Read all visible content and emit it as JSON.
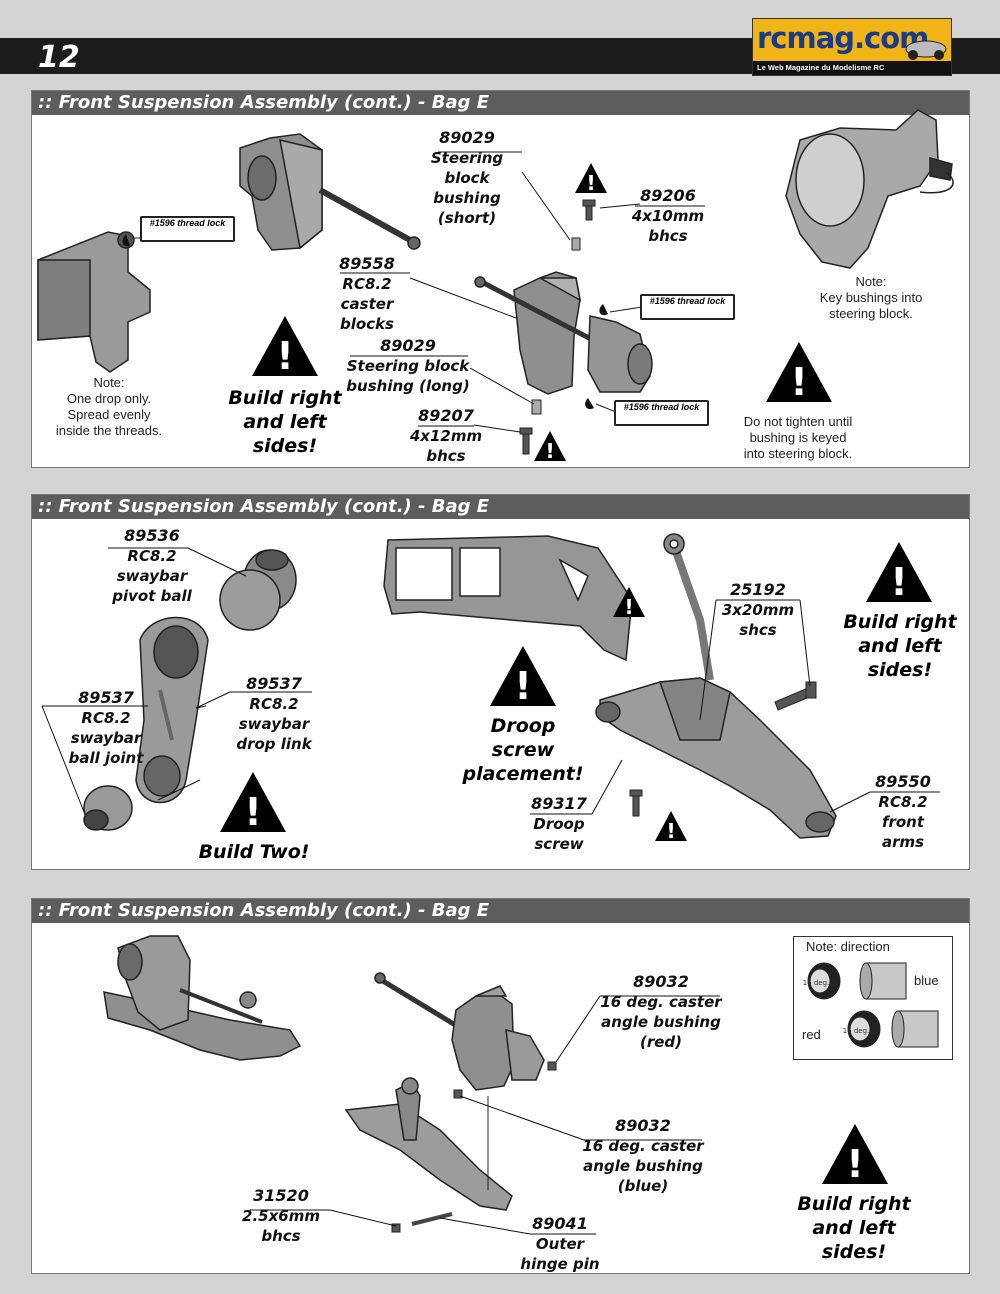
{
  "page": {
    "number": "12"
  },
  "logo": {
    "text": "rcmag.com",
    "tagline": "Le Web Magazine du Modelisme RC"
  },
  "sections": [
    {
      "title": ":: Front Suspension Assembly (cont.) - Bag E"
    },
    {
      "title": ":: Front Suspension Assembly (cont.) - Bag E"
    },
    {
      "title": ":: Front Suspension Assembly (cont.) - Bag E"
    }
  ],
  "s1": {
    "tube1": "#1596 thread lock",
    "tube2": "#1596 thread lock",
    "tube3": "#1596 thread lock",
    "note_left": [
      "Note:",
      "One drop only.",
      "Spread evenly",
      "inside the threads."
    ],
    "build": [
      "Build right",
      "and left",
      "sides!"
    ],
    "part_89029a": {
      "num": "89029",
      "lines": [
        "Steering",
        "block",
        "bushing",
        "(short)"
      ]
    },
    "part_89206": {
      "num": "89206",
      "lines": [
        "4x10mm",
        "bhcs"
      ]
    },
    "part_89558": {
      "num": "89558",
      "lines": [
        "RC8.2",
        "caster",
        "blocks"
      ]
    },
    "part_89029b": {
      "num": "89029",
      "lines": [
        "Steering block",
        "bushing (long)"
      ]
    },
    "part_89207": {
      "num": "89207",
      "lines": [
        "4x12mm",
        "bhcs"
      ]
    },
    "note_key": [
      "Note:",
      "Key bushings into",
      "steering block."
    ],
    "note_tight": [
      "Do not tighten until",
      "bushing is keyed",
      "into steering block."
    ]
  },
  "s2": {
    "part_89536": {
      "num": "89536",
      "lines": [
        "RC8.2",
        "swaybar",
        "pivot ball"
      ]
    },
    "part_89537a": {
      "num": "89537",
      "lines": [
        "RC8.2",
        "swaybar",
        "ball joint"
      ]
    },
    "part_89537b": {
      "num": "89537",
      "lines": [
        "RC8.2",
        "swaybar",
        "drop link"
      ]
    },
    "build_two": "Build Two!",
    "droop": [
      "Droop",
      "screw",
      "placement!"
    ],
    "part_89317": {
      "num": "89317",
      "lines": [
        "Droop",
        "screw"
      ]
    },
    "part_25192": {
      "num": "25192",
      "lines": [
        "3x20mm",
        "shcs"
      ]
    },
    "build": [
      "Build right",
      "and left",
      "sides!"
    ],
    "part_89550": {
      "num": "89550",
      "lines": [
        "RC8.2",
        "front",
        "arms"
      ]
    }
  },
  "s3": {
    "part_89032a": {
      "num": "89032",
      "lines": [
        "16 deg. caster",
        "angle bushing",
        "(red)"
      ]
    },
    "part_89032b": {
      "num": "89032",
      "lines": [
        "16 deg. caster",
        "angle bushing",
        "(blue)"
      ]
    },
    "part_31520": {
      "num": "31520",
      "lines": [
        "2.5x6mm",
        "bhcs"
      ]
    },
    "part_89041": {
      "num": "89041",
      "lines": [
        "Outer",
        "hinge pin"
      ]
    },
    "direction": {
      "title": "Note: direction",
      "blue": "blue",
      "red": "red",
      "bush_a": "16 deg.",
      "bush_b": "16 deg."
    },
    "build": [
      "Build right",
      "and left",
      "sides!"
    ]
  }
}
